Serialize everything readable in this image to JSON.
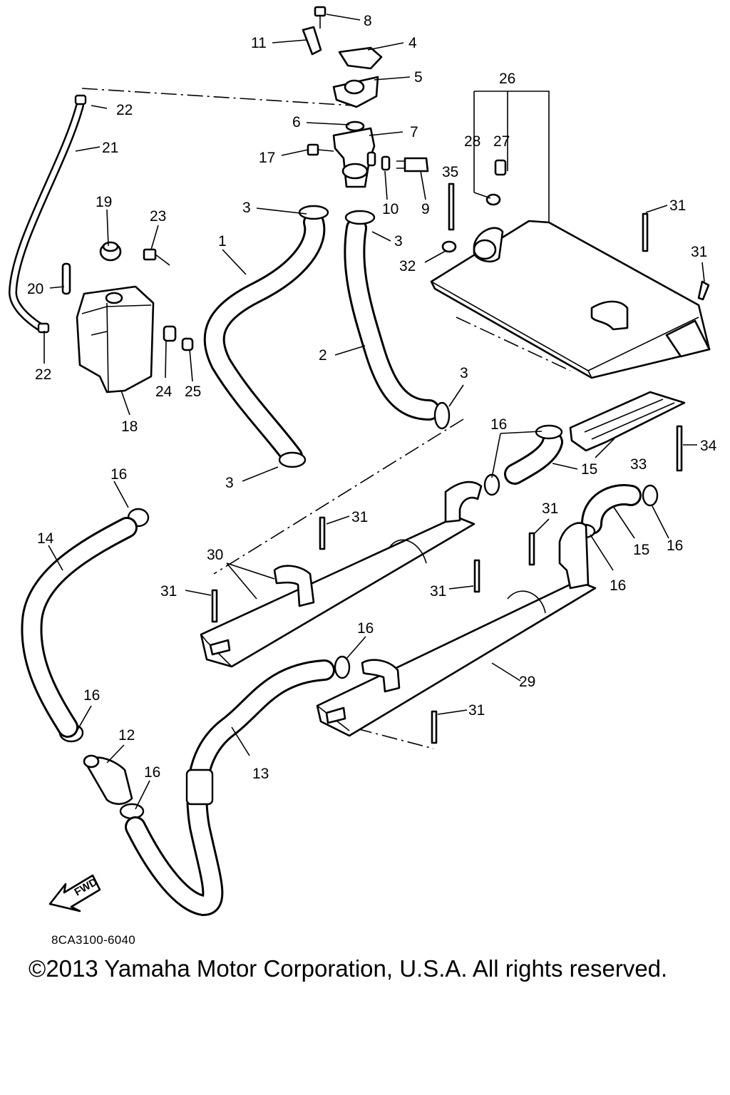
{
  "diagram": {
    "code": "8CA3100-6040",
    "copyright": "©2013 Yamaha Motor Corporation, U.S.A. All rights reserved.",
    "direction_label": "FWD",
    "callouts": [
      "1",
      "2",
      "3",
      "3",
      "3",
      "3",
      "4",
      "5",
      "6",
      "7",
      "8",
      "9",
      "10",
      "11",
      "12",
      "13",
      "14",
      "15",
      "15",
      "16",
      "16",
      "16",
      "16",
      "16",
      "16",
      "16",
      "17",
      "18",
      "19",
      "20",
      "21",
      "22",
      "22",
      "23",
      "24",
      "25",
      "26",
      "27",
      "28",
      "29",
      "30",
      "31",
      "31",
      "31",
      "31",
      "31",
      "31",
      "31",
      "32",
      "33",
      "34",
      "35"
    ]
  }
}
